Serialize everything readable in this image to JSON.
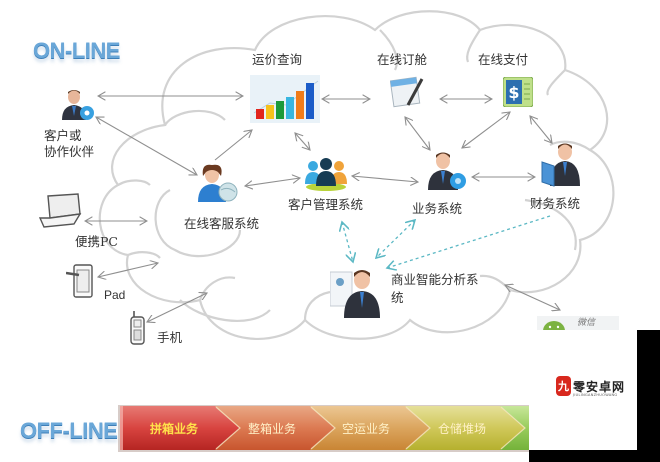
{
  "headers": {
    "online": "ON-LINE",
    "offline": "OFF-LINE"
  },
  "nodes": {
    "partner": {
      "label_line1": "客户或",
      "label_line2": "协作伙伴",
      "icon": "businessman-gear-icon"
    },
    "freight_query": {
      "label": "运价查询",
      "icon": "bar-chart-icon"
    },
    "online_booking": {
      "label": "在线订舱",
      "icon": "notepad-pen-icon"
    },
    "online_payment": {
      "label": "在线支付",
      "icon": "dollar-document-icon"
    },
    "customer_service": {
      "label": "在线客服系统",
      "icon": "service-agent-globe-icon"
    },
    "crm": {
      "label": "客户管理系统",
      "icon": "people-group-icon"
    },
    "business": {
      "label": "业务系统",
      "icon": "businessman-gear-icon"
    },
    "finance": {
      "label": "财务系统",
      "icon": "businessman-folder-icon"
    },
    "bi": {
      "label_line1": "商业智能分析系",
      "label_line2": "统",
      "icon": "businessman-report-icon"
    },
    "laptop": {
      "label": "便携PC",
      "icon": "laptop-icon"
    },
    "pad": {
      "label": "Pad",
      "icon": "tablet-icon"
    },
    "phone": {
      "label": "手机",
      "icon": "mobile-phone-icon"
    },
    "wechat": {
      "label": "微信",
      "icon": "wechat-icon"
    }
  },
  "offline_steps": [
    {
      "label": "拼箱业务",
      "color_from": "#e25b55",
      "color_to": "#b92624"
    },
    {
      "label": "整箱业务",
      "color_from": "#e08a63",
      "color_to": "#c8552e"
    },
    {
      "label": "空运业务",
      "color_from": "#e2ae6a",
      "color_to": "#c98534"
    },
    {
      "label": "仓储堆场",
      "color_from": "#d9cf6e",
      "color_to": "#b5b02e"
    },
    {
      "label": "",
      "color_from": "#a9d36a",
      "color_to": "#74b23a"
    }
  ],
  "colors": {
    "title_blue": "#6aa7d8",
    "cloud_stroke": "#d2d2d2",
    "arrow": "#8f8f8f",
    "dashed_arrow": "#5bb8c4",
    "divider": "#9fc294"
  },
  "watermark": {
    "badge": "九",
    "text": "零安卓网",
    "sub": "JIULINGANZHUOWANG"
  }
}
